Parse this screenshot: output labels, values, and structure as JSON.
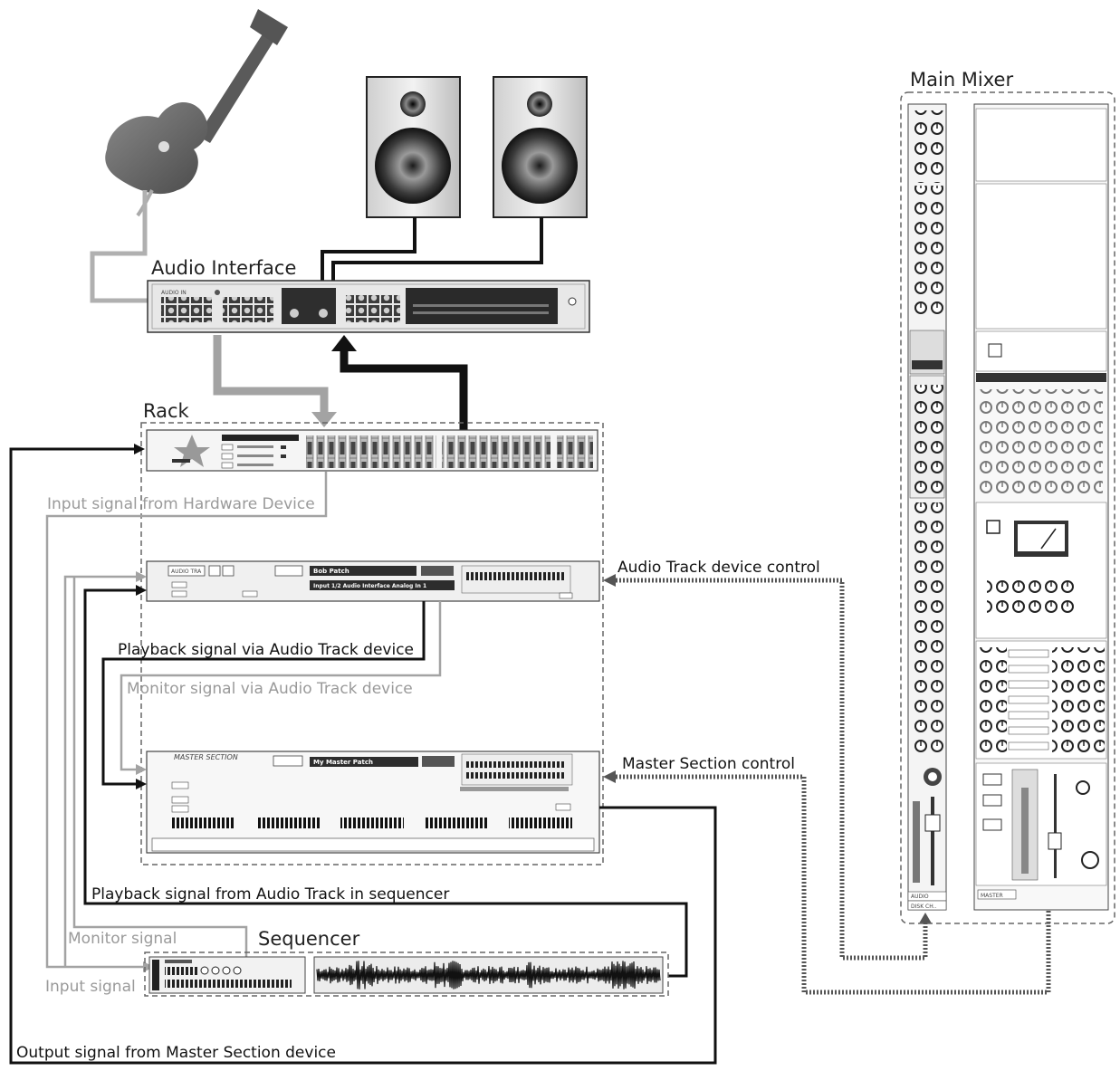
{
  "labels": {
    "main_mixer": "Main Mixer",
    "audio_interface": "Audio Interface",
    "rack": "Rack",
    "sequencer": "Sequencer",
    "input_hw": "Input signal from Hardware Device",
    "audio_track_ctrl": "Audio Track device control",
    "playback_via": "Playback signal via Audio Track device",
    "monitor_via": "Monitor signal via Audio Track device",
    "master_ctrl": "Master Section control",
    "playback_seq": "Playback signal from Audio Track in sequencer",
    "monitor_signal": "Monitor signal",
    "input_signal": "Input signal",
    "output_master": "Output signal from Master Section device"
  },
  "device_text": {
    "audio_in": "AUDIO IN",
    "audio_track": "AUDIO TRA",
    "track_name": "Bob Patch",
    "input_select": "Input 1/2 Audio Interface Analog In 1",
    "master_section": "MASTER SECTION",
    "master_patch": "My Master Patch",
    "mixer_bottom_a": "AUDIO",
    "mixer_bottom_b": "DISK CH..",
    "mixer_bottom_c": "MASTER"
  },
  "colors": {
    "black_signal": "#111111",
    "grey_signal": "#a3a3a3",
    "dashed_frame": "#666666",
    "control_dots": "#555555"
  }
}
